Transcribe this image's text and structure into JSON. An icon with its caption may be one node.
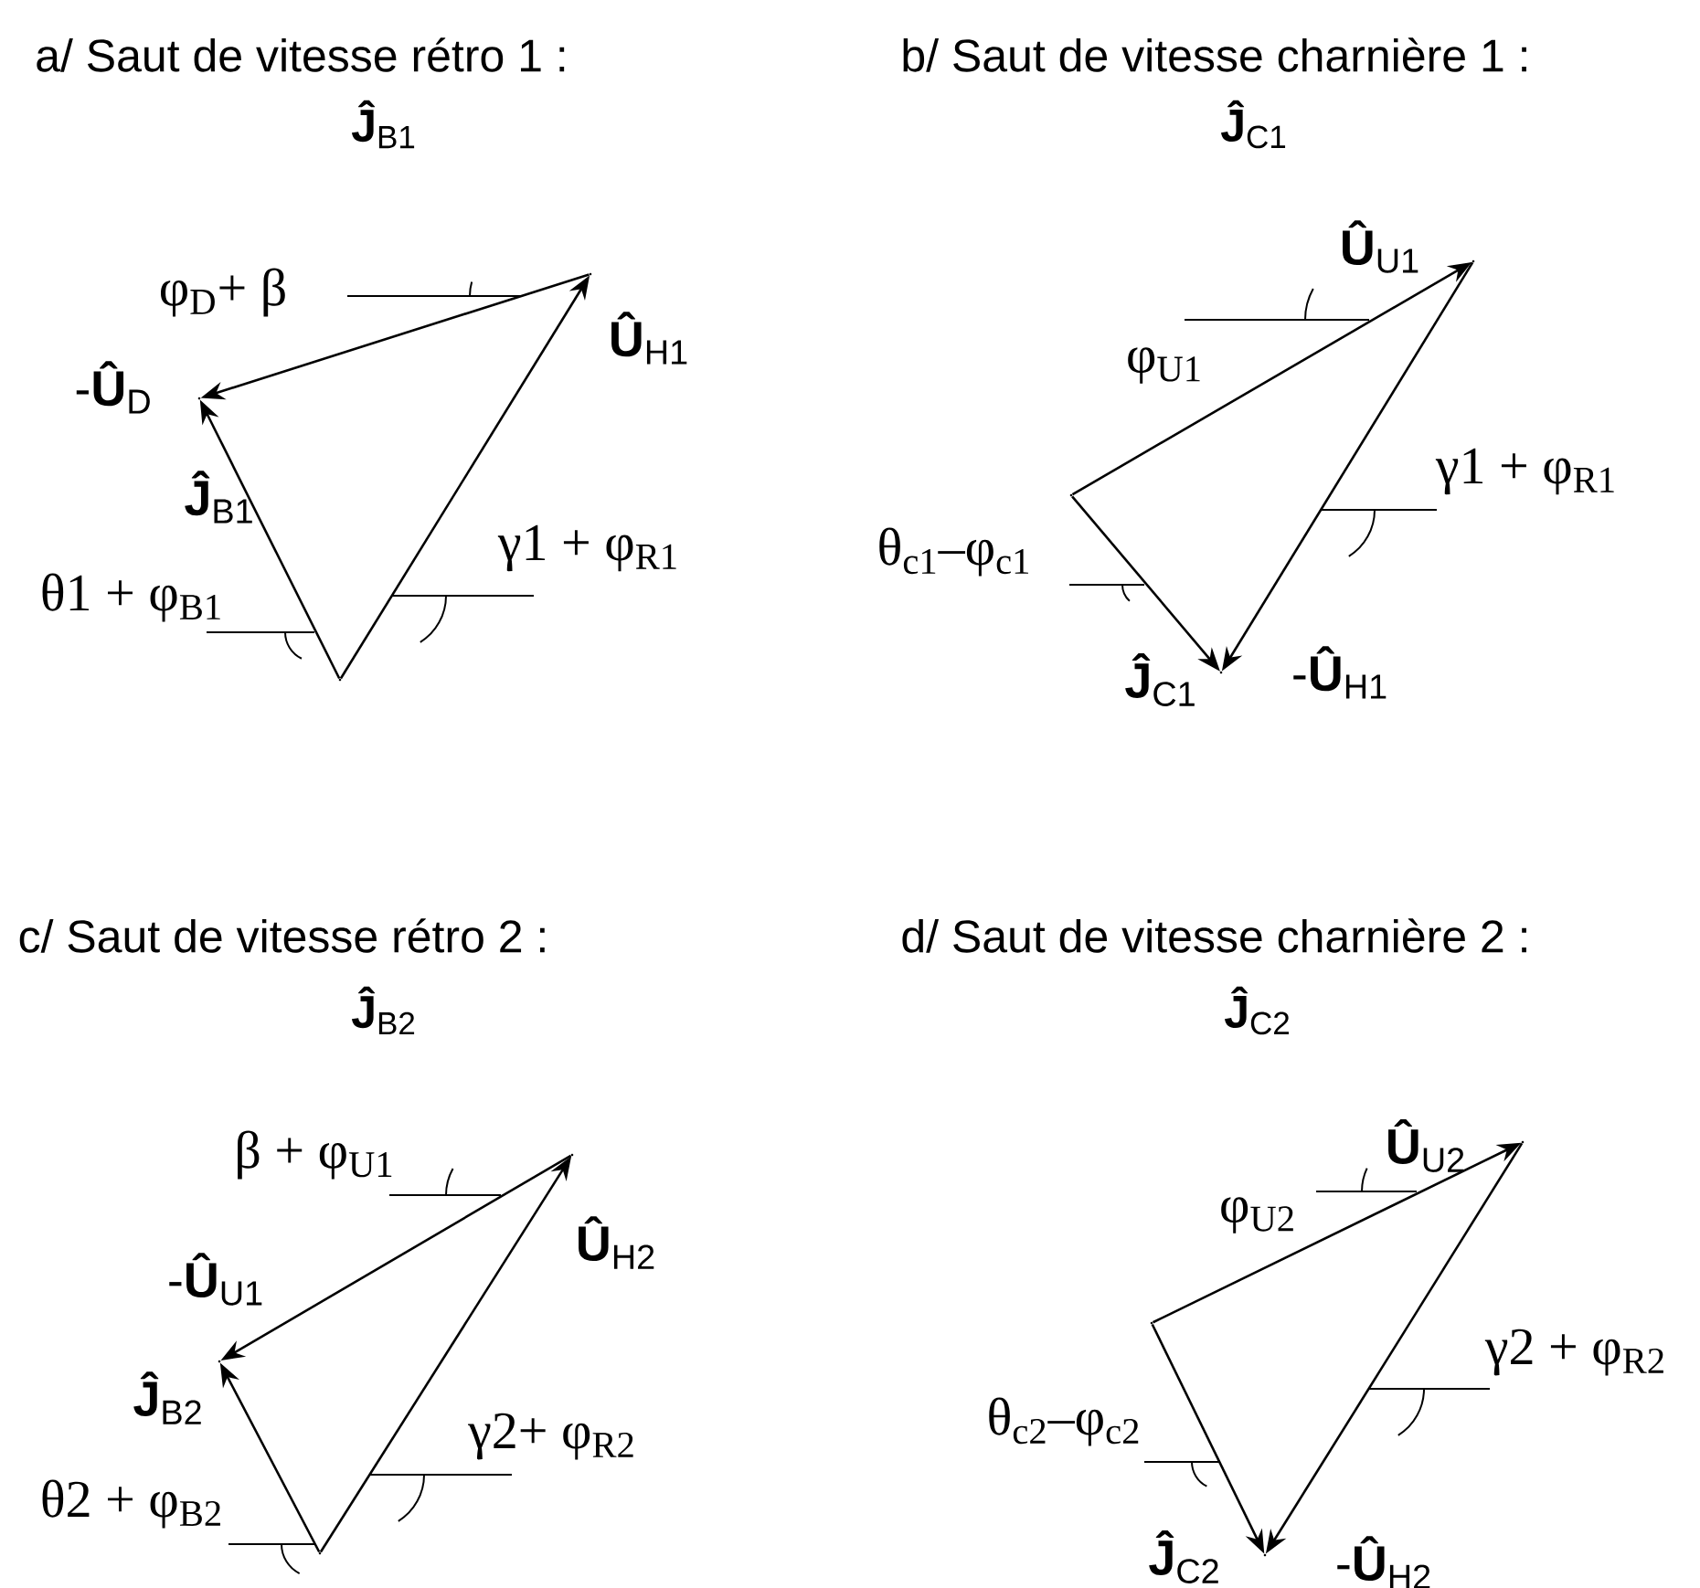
{
  "diagram": {
    "nodes": [
      {
        "text": [],
        "shape": "point"
      },
      {
        "text": [],
        "shape": "point"
      },
      {
        "text": [],
        "shape": "point"
      },
      {
        "text": [],
        "shape": "point"
      },
      {
        "text": [],
        "shape": "point"
      },
      {
        "text": [],
        "shape": "point"
      },
      {
        "text": [],
        "shape": "point"
      },
      {
        "text": [],
        "shape": "point"
      },
      {
        "text": [],
        "shape": "point"
      },
      {
        "text": [],
        "shape": "point"
      },
      {
        "text": [],
        "shape": "point"
      },
      {
        "text": [],
        "shape": "point"
      }
    ],
    "edges": [
      {
        "from": 0,
        "to": 1,
        "arrow": "to",
        "label": "**Û**$_{H1}$"
      },
      {
        "from": 1,
        "to": 2,
        "arrow": "to",
        "label": "-**Û**$_{D}$"
      },
      {
        "from": 0,
        "to": 2,
        "arrow": "to",
        "label": "**Ĵ**$_{B1}$"
      },
      {
        "from": 3,
        "to": 4,
        "arrow": "to",
        "label": "**Û**$_{U1}$"
      },
      {
        "from": 4,
        "to": 5,
        "arrow": "to",
        "label": "-**Û**$_{H1}$"
      },
      {
        "from": 3,
        "to": 5,
        "arrow": "to",
        "label": "**Ĵ**$_{C1}$"
      },
      {
        "from": 6,
        "to": 7,
        "arrow": "to",
        "label": "**Û**$_{H2}$"
      },
      {
        "from": 7,
        "to": 8,
        "arrow": "to",
        "label": "-**Û**$_{U1}$"
      },
      {
        "from": 6,
        "to": 8,
        "arrow": "to",
        "label": "**Ĵ**$_{B2}$"
      },
      {
        "from": 9,
        "to": 10,
        "arrow": "to",
        "label": "**Û**$_{U2}$"
      },
      {
        "from": 10,
        "to": 11,
        "arrow": "to",
        "label": "-**Û**$_{H2}$"
      },
      {
        "from": 9,
        "to": 11,
        "arrow": "to",
        "label": "**Ĵ**$_{C2}$"
      }
    ],
    "labels": [
      "a/ Saut de vitesse rétro 1 :",
      "b/ Saut de vitesse charnière 1 :",
      "**Ĵ**$_{B1}$",
      "**Ĵ**$_{C1}$",
      "φ$_{D}$+ β",
      "φ$_{U1}$",
      "γ1 + φ$_{R1}$",
      "γ1 + φ$_{R1}$",
      "θ$_{c1}$–φ$_{c1}$",
      "θ1 + φ$_{B1}$",
      "c/ Saut de vitesse rétro 2 :",
      "d/ Saut de vitesse charnière 2 :",
      "**Ĵ**$_{B2}$",
      "**Ĵ**$_{C2}$",
      "β + φ$_{U1}$",
      "φ$_{U2}$",
      "γ2 + φ$_{R2}$",
      "γ2+ φ$_{R2}$",
      "θ$_{c2}$–φ$_{c2}$",
      "θ2 + φ$_{B2}$"
    ]
  }
}
